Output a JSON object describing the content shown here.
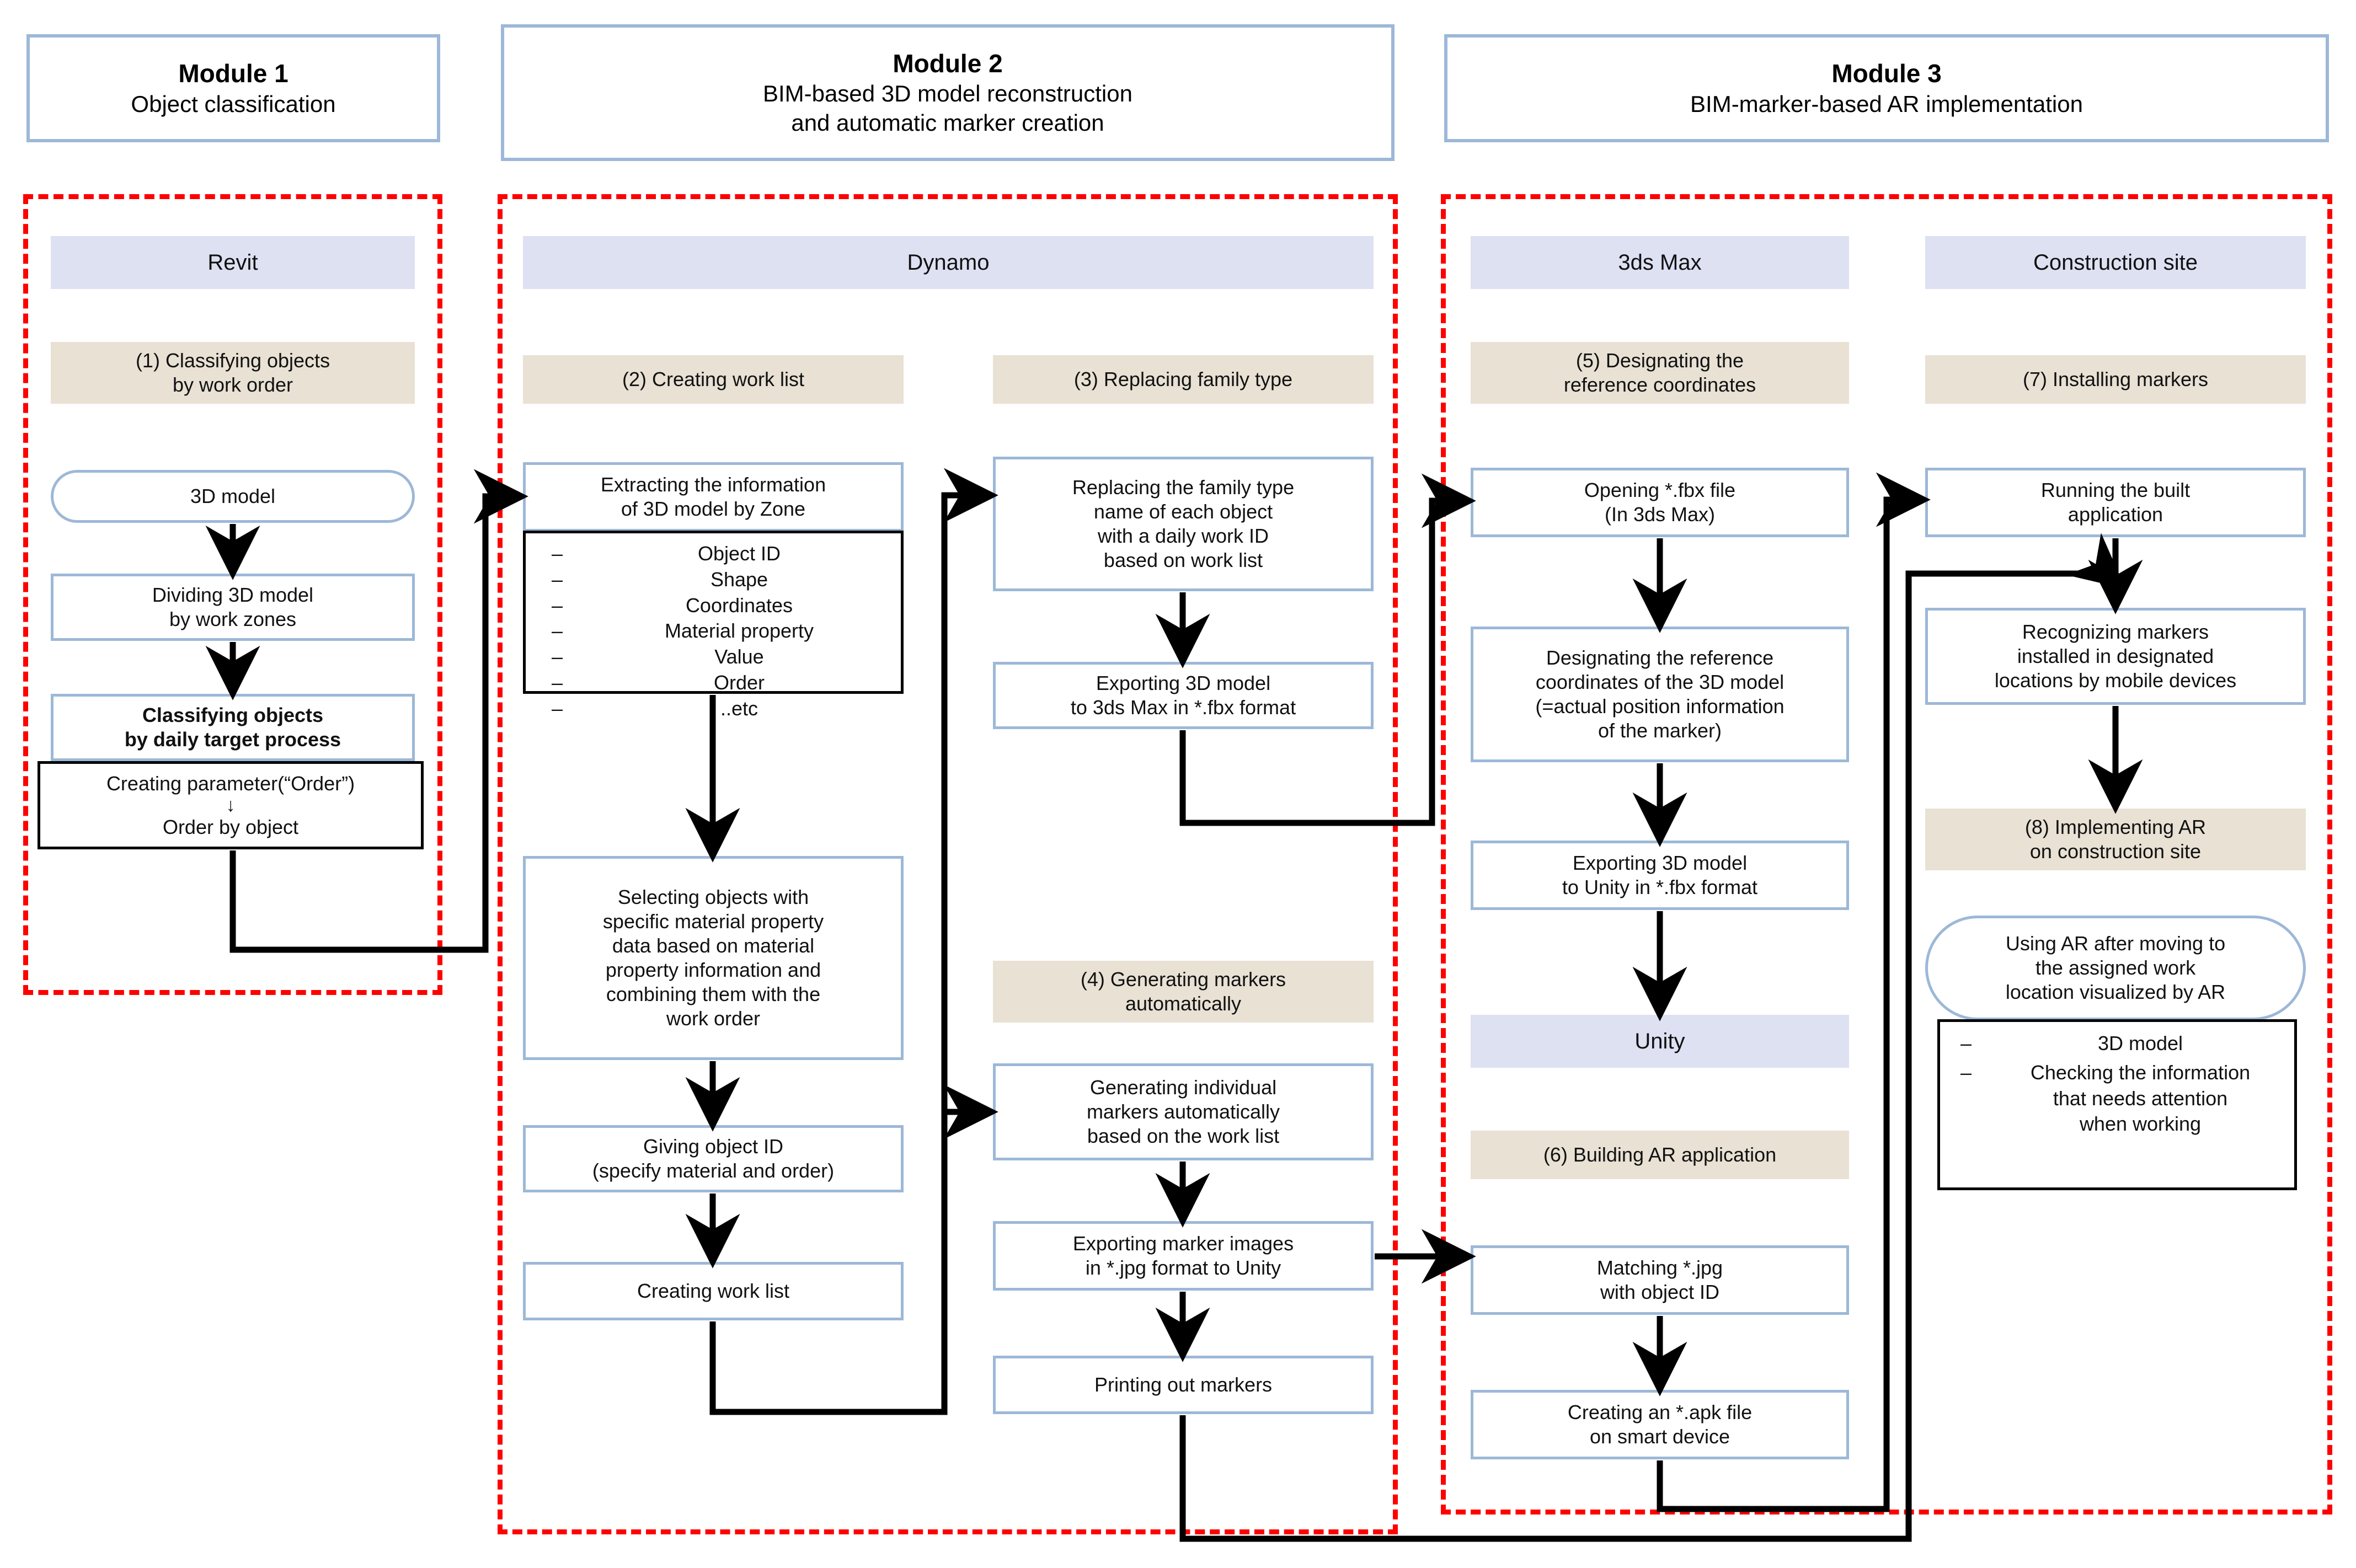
{
  "colors": {
    "box_border": "#9db8d8",
    "software_band": "#dde1f2",
    "step_band": "#e8e1d4",
    "zone_dashed": "#ff0000",
    "connector": "#000000"
  },
  "modules": [
    {
      "name": "Module 1",
      "subtitle": "Object classification"
    },
    {
      "name": "Module 2",
      "subtitle": "BIM-based 3D model reconstruction\nand automatic marker creation"
    },
    {
      "name": "Module 3",
      "subtitle": "BIM-marker-based AR implementation"
    }
  ],
  "software": {
    "revit": "Revit",
    "dynamo": "Dynamo",
    "max3ds": "3ds Max",
    "unity": "Unity",
    "site": "Construction site"
  },
  "steps": {
    "s1": "(1) Classifying objects\nby work order",
    "s2": "(2) Creating work list",
    "s3": "(3) Replacing family type",
    "s4": "(4) Generating markers\nautomatically",
    "s5": "(5) Designating the\nreference coordinates",
    "s6": "(6) Building AR application",
    "s7": "(7) Installing markers",
    "s8": "(8) Implementing AR\non construction site"
  },
  "revit_flow": {
    "start": "3D model",
    "b1": "Dividing 3D model\nby work zones",
    "b2": "Classifying objects\nby daily target process",
    "note_line1": "Creating parameter(“Order”)",
    "note_arrow": "↓",
    "note_line2": "Order by object"
  },
  "dynamo_left": {
    "b1": "Extracting the information\nof 3D model by Zone",
    "attributes": [
      "Object ID",
      "Shape",
      "Coordinates",
      "Material property",
      "Value",
      "Order",
      "..etc"
    ],
    "b2": "Selecting objects with\nspecific material property\ndata based on material\nproperty information and\ncombining them with the\nwork order",
    "b3": "Giving object ID\n(specify material and order)",
    "b4": "Creating work list"
  },
  "dynamo_right": {
    "b1": "Replacing the family type\nname of each object\nwith a daily work ID\nbased on work list",
    "b2": "Exporting 3D model\nto 3ds Max in *.fbx format",
    "b3": "Generating individual\nmarkers automatically\nbased on the work list",
    "b4": "Exporting marker images\nin *.jpg format to Unity",
    "b5": "Printing out markers"
  },
  "max_unity_flow": {
    "b1": "Opening *.fbx file\n(In 3ds Max)",
    "b2": "Designating the reference\ncoordinates of the 3D model\n(=actual position information\nof the marker)",
    "b3": "Exporting 3D model\nto Unity in *.fbx format",
    "b4": "Matching *.jpg\nwith object ID",
    "b5": "Creating an *.apk file\non smart device"
  },
  "site_flow": {
    "b1": "Running the built\napplication",
    "b2": "Recognizing markers\ninstalled in designated\nlocations by mobile devices",
    "b3": "Using AR after moving to\nthe assigned work\nlocation visualized by AR",
    "notes": [
      "3D model",
      "Checking the information\nthat needs attention\nwhen working"
    ]
  }
}
